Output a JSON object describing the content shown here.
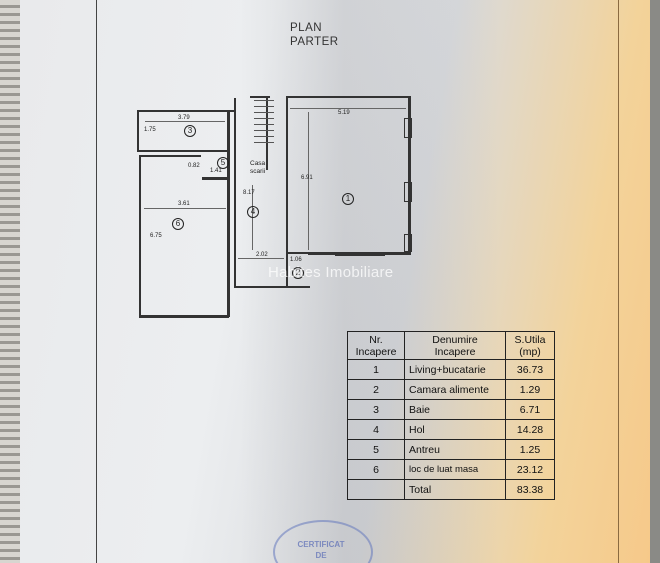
{
  "plan": {
    "title_line1": "PLAN",
    "title_line2": "PARTER"
  },
  "watermark": "Habites Imobiliare",
  "dimensions": {
    "d1": "3.79",
    "d2": "1.75",
    "d3": "0.82",
    "d4": "1.41",
    "d5": "3.61",
    "d6": "6.75",
    "d7": "8.17",
    "d8": "6.91",
    "d9": "5.19",
    "d10": "2.02",
    "d11": "1.06"
  },
  "room_labels": {
    "r1": "1",
    "r2": "2",
    "r3": "3",
    "r4": "4",
    "r5": "5",
    "r6": "6",
    "stair_line1": "Casa",
    "stair_line2": "scarii"
  },
  "table": {
    "header": {
      "nr_line1": "Nr.",
      "nr_line2": "Incapere",
      "name_line1": "Denumire",
      "name_line2": "Incapere",
      "area_line1": "S.Utila",
      "area_line2": "(mp)"
    },
    "rows": [
      {
        "nr": "1",
        "name": "Living+bucatarie",
        "area": "36.73"
      },
      {
        "nr": "2",
        "name": "Camara alimente",
        "area": "1.29"
      },
      {
        "nr": "3",
        "name": "Baie",
        "area": "6.71"
      },
      {
        "nr": "4",
        "name": "Hol",
        "area": "14.28"
      },
      {
        "nr": "5",
        "name": "Antreu",
        "area": "1.25"
      },
      {
        "nr": "6",
        "name": "loc de luat masa",
        "area": "23.12"
      }
    ],
    "total_label": "Total",
    "total_area": "83.38"
  },
  "stamp": {
    "line1": "CERTIFICAT",
    "line2": "DE"
  }
}
